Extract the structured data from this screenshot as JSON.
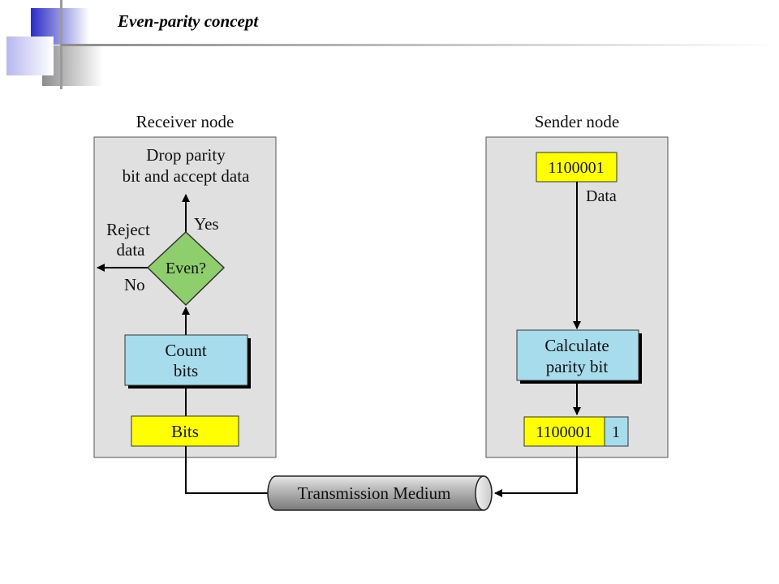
{
  "slide": {
    "title": "Even-parity concept"
  },
  "diagram": {
    "receiver": {
      "title": "Receiver node",
      "accept_line1": "Drop parity",
      "accept_line2": "bit and accept data",
      "yes_label": "Yes",
      "reject_line1": "Reject",
      "reject_line2": "data",
      "no_label": "No",
      "decision_label": "Even?",
      "count_line1": "Count",
      "count_line2": "bits",
      "bits_label": "Bits"
    },
    "sender": {
      "title": "Sender node",
      "data_value": "1100001",
      "data_label": "Data",
      "calc_line1": "Calculate",
      "calc_line2": "parity bit",
      "output_data": "1100001",
      "parity_bit": "1"
    },
    "medium": {
      "label": "Transmission Medium"
    },
    "colors": {
      "node_fill": "#e0e0e0",
      "yellow": "#ffff00",
      "blue": "#a6dcec",
      "green": "#8fce6c",
      "logo_blue": "#3333cc"
    }
  }
}
